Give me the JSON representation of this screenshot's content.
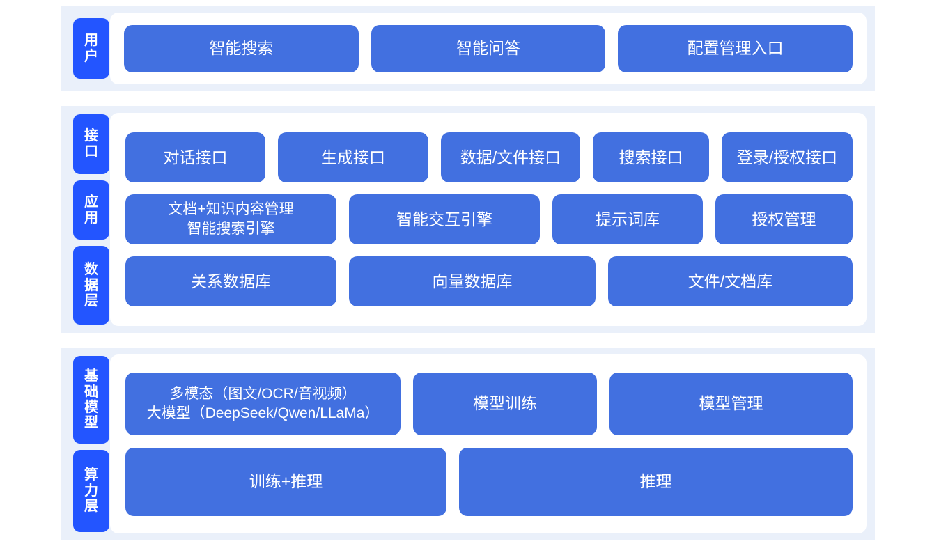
{
  "theme": {
    "page_bg": "#ffffff",
    "band_bg": "#eaf0fa",
    "panel_bg": "#ffffff",
    "label_pill_color": "#2355ff",
    "box_color": "#4270e0",
    "box_text_color": "#ffffff"
  },
  "sections": [
    {
      "id": "user",
      "labels": [
        {
          "id": "user",
          "text": "用户"
        }
      ],
      "rows": [
        {
          "id": "user-entries",
          "boxes": [
            {
              "id": "smart-search",
              "text": "智能搜索"
            },
            {
              "id": "smart-qa",
              "text": "智能问答"
            },
            {
              "id": "config-management-entry",
              "text": "配置管理入口"
            }
          ]
        }
      ]
    },
    {
      "id": "middle",
      "labels": [
        {
          "id": "interface",
          "text": "接口"
        },
        {
          "id": "application",
          "text": "应用"
        },
        {
          "id": "data-layer",
          "text": "数据层"
        }
      ],
      "rows": [
        {
          "id": "interface-row",
          "boxes": [
            {
              "id": "dialog-api",
              "text": "对话接口"
            },
            {
              "id": "generation-api",
              "text": "生成接口"
            },
            {
              "id": "data-file-api",
              "text": "数据/文件接口"
            },
            {
              "id": "search-api",
              "text": "搜索接口"
            },
            {
              "id": "login-auth-api",
              "text": "登录/授权接口"
            }
          ]
        },
        {
          "id": "application-row",
          "boxes": [
            {
              "id": "doc-knowledge-search-engine",
              "text": "文档+知识内容管理\n智能搜索引擎"
            },
            {
              "id": "smart-interaction-engine",
              "text": "智能交互引擎"
            },
            {
              "id": "prompt-library",
              "text": "提示词库"
            },
            {
              "id": "authorization-management",
              "text": "授权管理"
            }
          ]
        },
        {
          "id": "data-row",
          "boxes": [
            {
              "id": "relational-database",
              "text": "关系数据库"
            },
            {
              "id": "vector-database",
              "text": "向量数据库"
            },
            {
              "id": "file-document-store",
              "text": "文件/文档库"
            }
          ]
        }
      ]
    },
    {
      "id": "base",
      "labels": [
        {
          "id": "foundation-model",
          "text": "基础模型"
        },
        {
          "id": "compute-layer",
          "text": "算力层"
        }
      ],
      "rows": [
        {
          "id": "model-row",
          "boxes": [
            {
              "id": "multimodal-large-model",
              "text": "多模态（图文/OCR/音视频）\n大模型（DeepSeek/Qwen/LLaMa）"
            },
            {
              "id": "model-training",
              "text": "模型训练"
            },
            {
              "id": "model-management",
              "text": "模型管理"
            }
          ]
        },
        {
          "id": "compute-row",
          "boxes": [
            {
              "id": "training-inference",
              "text": "训练+推理"
            },
            {
              "id": "inference",
              "text": "推理"
            }
          ]
        }
      ]
    }
  ]
}
